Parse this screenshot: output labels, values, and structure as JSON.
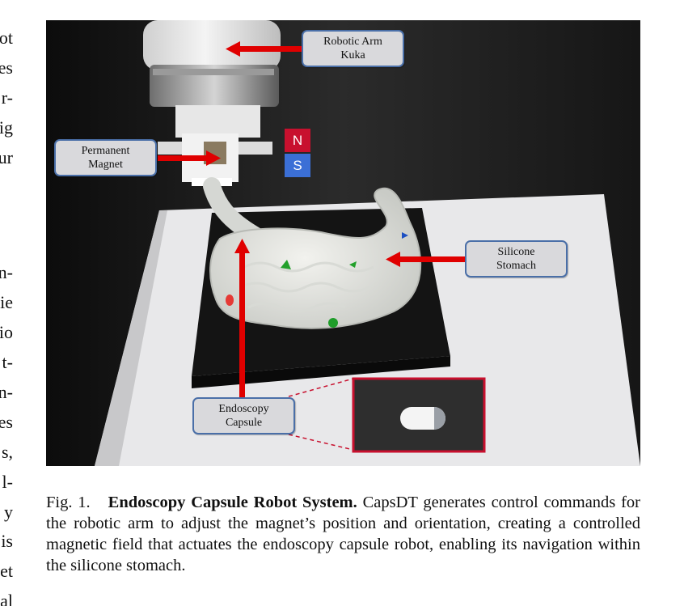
{
  "left_column": {
    "fragments": [
      {
        "text": "ot"
      },
      {
        "text": "es"
      },
      {
        "text": "r-"
      },
      {
        "text": "ig"
      },
      {
        "text": "ur"
      },
      {
        "text": "n-"
      },
      {
        "text": "ie"
      },
      {
        "text": "io"
      },
      {
        "text": "t-"
      },
      {
        "text": "n-"
      },
      {
        "text": "es"
      },
      {
        "text": "s,"
      },
      {
        "text": "l-"
      },
      {
        "text": "y"
      },
      {
        "text": "is"
      },
      {
        "text": "et"
      },
      {
        "text": "al"
      }
    ]
  },
  "figure": {
    "callouts": {
      "robotic_arm": "Robotic Arm\nKuka",
      "permanent_magnet": "Permanent\nMagnet",
      "silicone_stomach": "Silicone\nStomach",
      "endoscopy_capsule": "Endoscopy\nCapsule"
    },
    "magnet_poles": {
      "north": "N",
      "south": "S",
      "north_color": "#c8102e",
      "south_color": "#3b6fd6"
    },
    "arrow_color": "#e00000",
    "inset_border_color": "#c8102e"
  },
  "caption": {
    "label": "Fig. 1.",
    "title": "Endoscopy Capsule Robot System.",
    "body": " CapsDT generates control commands for the robotic arm to adjust the magnet’s position and orientation, creating a controlled magnetic field that actuates the endoscopy capsule robot, enabling its navigation within the silicone stomach."
  }
}
